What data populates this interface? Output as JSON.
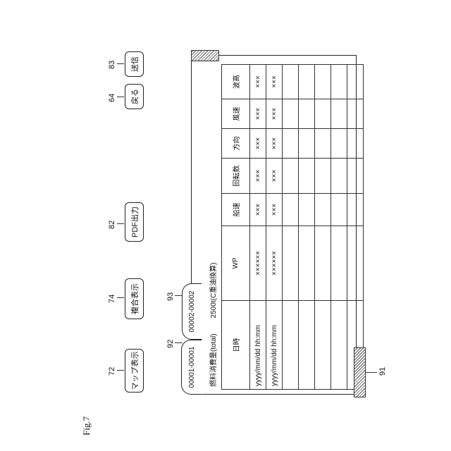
{
  "figure_label": "Fig.7",
  "buttons": [
    {
      "label": "マップ表示",
      "ref": "72"
    },
    {
      "label": "複合表示",
      "ref": "74"
    },
    {
      "label": "PDF出力",
      "ref": "82"
    },
    {
      "label": "戻る",
      "ref": "64"
    },
    {
      "label": "送信",
      "ref": "83"
    }
  ],
  "tabs": [
    {
      "label": "00001-00001",
      "ref": "92"
    },
    {
      "label": "00002-00002",
      "ref": "93"
    }
  ],
  "scrollbar_ref": "91",
  "summary": {
    "fuel_label": "燃料消費量(total)",
    "fuel_value": "2500t(C重油換算)"
  },
  "table": {
    "headers": [
      "日時",
      "WP",
      "船速",
      "回転数",
      "方向",
      "風速",
      "波高"
    ],
    "rows": [
      [
        "yyyy/mm/dd hh:mm",
        "××××××",
        "×××",
        "×××",
        "×××",
        "×××",
        "×××"
      ],
      [
        "yyyy/mm/dd hh:mm",
        "××××××",
        "×××",
        "×××",
        "×××",
        "×××",
        "×××"
      ],
      [
        "",
        "",
        "",
        "",
        "",
        "",
        ""
      ],
      [
        "",
        "",
        "",
        "",
        "",
        "",
        ""
      ],
      [
        "",
        "",
        "",
        "",
        "",
        "",
        ""
      ],
      [
        "",
        "",
        "",
        "",
        "",
        "",
        ""
      ],
      [
        "",
        "",
        "",
        "",
        "",
        "",
        ""
      ]
    ]
  }
}
